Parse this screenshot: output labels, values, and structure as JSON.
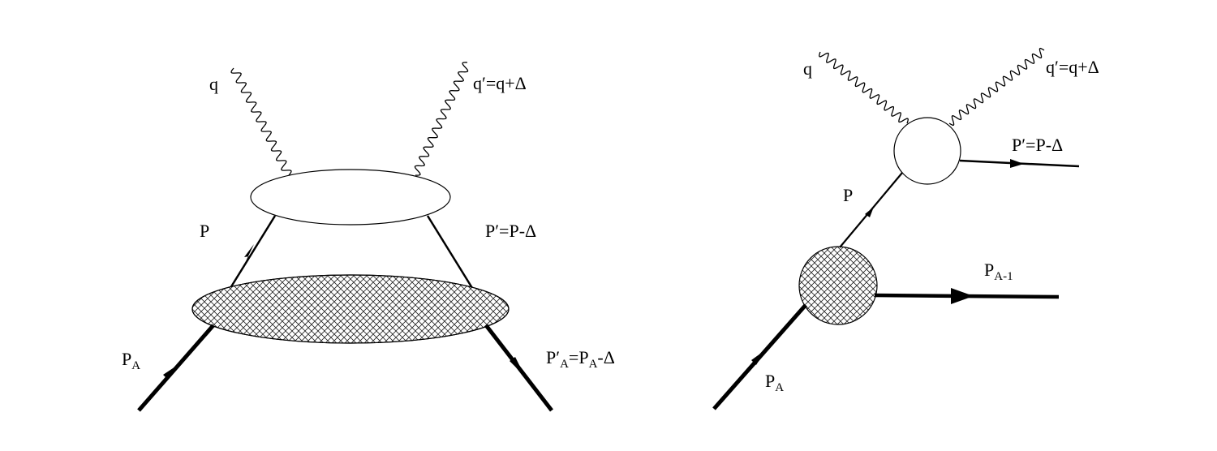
{
  "left_diagram": {
    "photon_in": "q",
    "photon_out": "q′=q+Δ",
    "parton_in": "P",
    "parton_out": "P′=P-Δ",
    "nucleus_in": {
      "base": "P",
      "sub": "A"
    },
    "nucleus_out": {
      "base": "P′",
      "sub1": "A",
      "mid": "=P",
      "sub2": "A",
      "tail": "-Δ"
    }
  },
  "right_diagram": {
    "photon_in": "q",
    "photon_out": "q′=q+Δ",
    "parton": "P",
    "parton_out": "P′=P-Δ",
    "spectator": {
      "base": "P",
      "sub": "A-1"
    },
    "nucleus_in": {
      "base": "P",
      "sub": "A"
    }
  }
}
